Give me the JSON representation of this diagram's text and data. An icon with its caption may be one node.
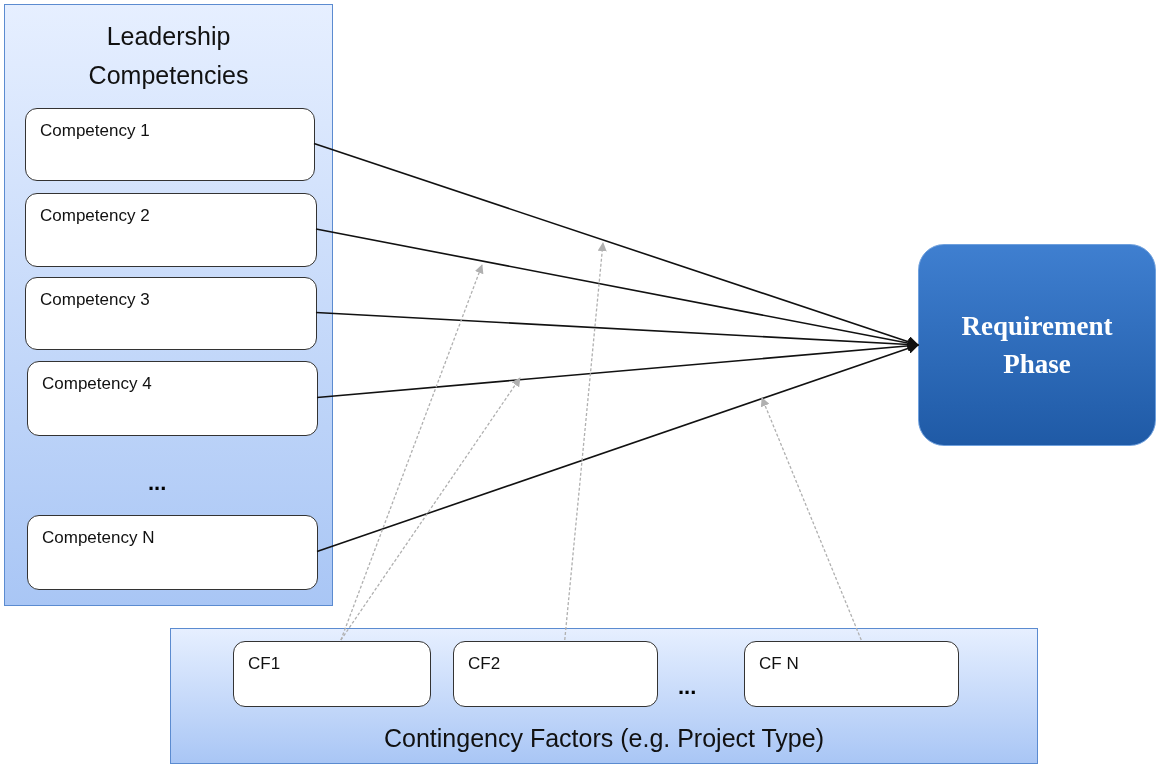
{
  "diagram": {
    "nodes": [
      {
        "text": [
          "Leadership Competencies"
        ]
      },
      {
        "text": [
          "Competency 1"
        ],
        "in": 0
      },
      {
        "text": [
          "Competency 2"
        ],
        "in": 0
      },
      {
        "text": [
          "Competency 3"
        ],
        "in": 0
      },
      {
        "text": [
          "Competency 4"
        ],
        "in": 0
      },
      {
        "text": [
          "Competency N"
        ],
        "in": 0
      },
      {
        "text": [
          "Requirement Phase"
        ]
      },
      {
        "text": [
          "Contingency Factors (e.g. Project Type)"
        ]
      },
      {
        "text": [
          "CF1"
        ],
        "in": 7
      },
      {
        "text": [
          "CF2"
        ],
        "in": 7
      },
      {
        "text": [
          "CF N"
        ],
        "in": 7
      }
    ],
    "edges": [
      {
        "from": 1,
        "to": 6,
        "arrow": "to"
      },
      {
        "from": 2,
        "to": 6,
        "arrow": "to"
      },
      {
        "from": 3,
        "to": 6,
        "arrow": "to"
      },
      {
        "from": 4,
        "to": 6,
        "arrow": "to"
      },
      {
        "from": 5,
        "to": 6,
        "arrow": "to"
      },
      {
        "from": 8,
        "to": null,
        "arrow": "to",
        "style": "dashed",
        "color": "#b0b0b0"
      },
      {
        "from": 8,
        "to": null,
        "arrow": "to",
        "style": "dashed",
        "color": "#b0b0b0"
      },
      {
        "from": 9,
        "to": null,
        "arrow": "to",
        "style": "dashed",
        "color": "#b0b0b0"
      },
      {
        "from": 10,
        "to": null,
        "arrow": "to",
        "style": "dashed",
        "color": "#b0b0b0"
      }
    ],
    "labels": [
      "...",
      "..."
    ]
  }
}
